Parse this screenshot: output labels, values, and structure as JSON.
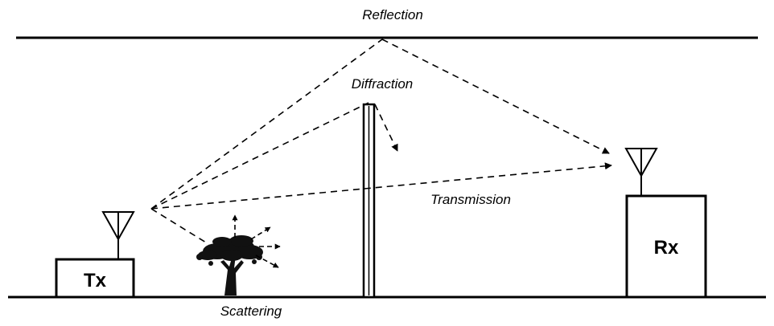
{
  "diagram": {
    "labels": {
      "reflection": "Reflection",
      "diffraction": "Diffraction",
      "transmission": "Transmission",
      "scattering": "Scattering"
    },
    "transmitter": {
      "label": "Tx"
    },
    "receiver": {
      "label": "Rx"
    },
    "colors": {
      "stroke": "#000000",
      "background": "#ffffff"
    },
    "icons": [
      "antenna-icon",
      "tree-icon",
      "arrow-icon"
    ]
  }
}
